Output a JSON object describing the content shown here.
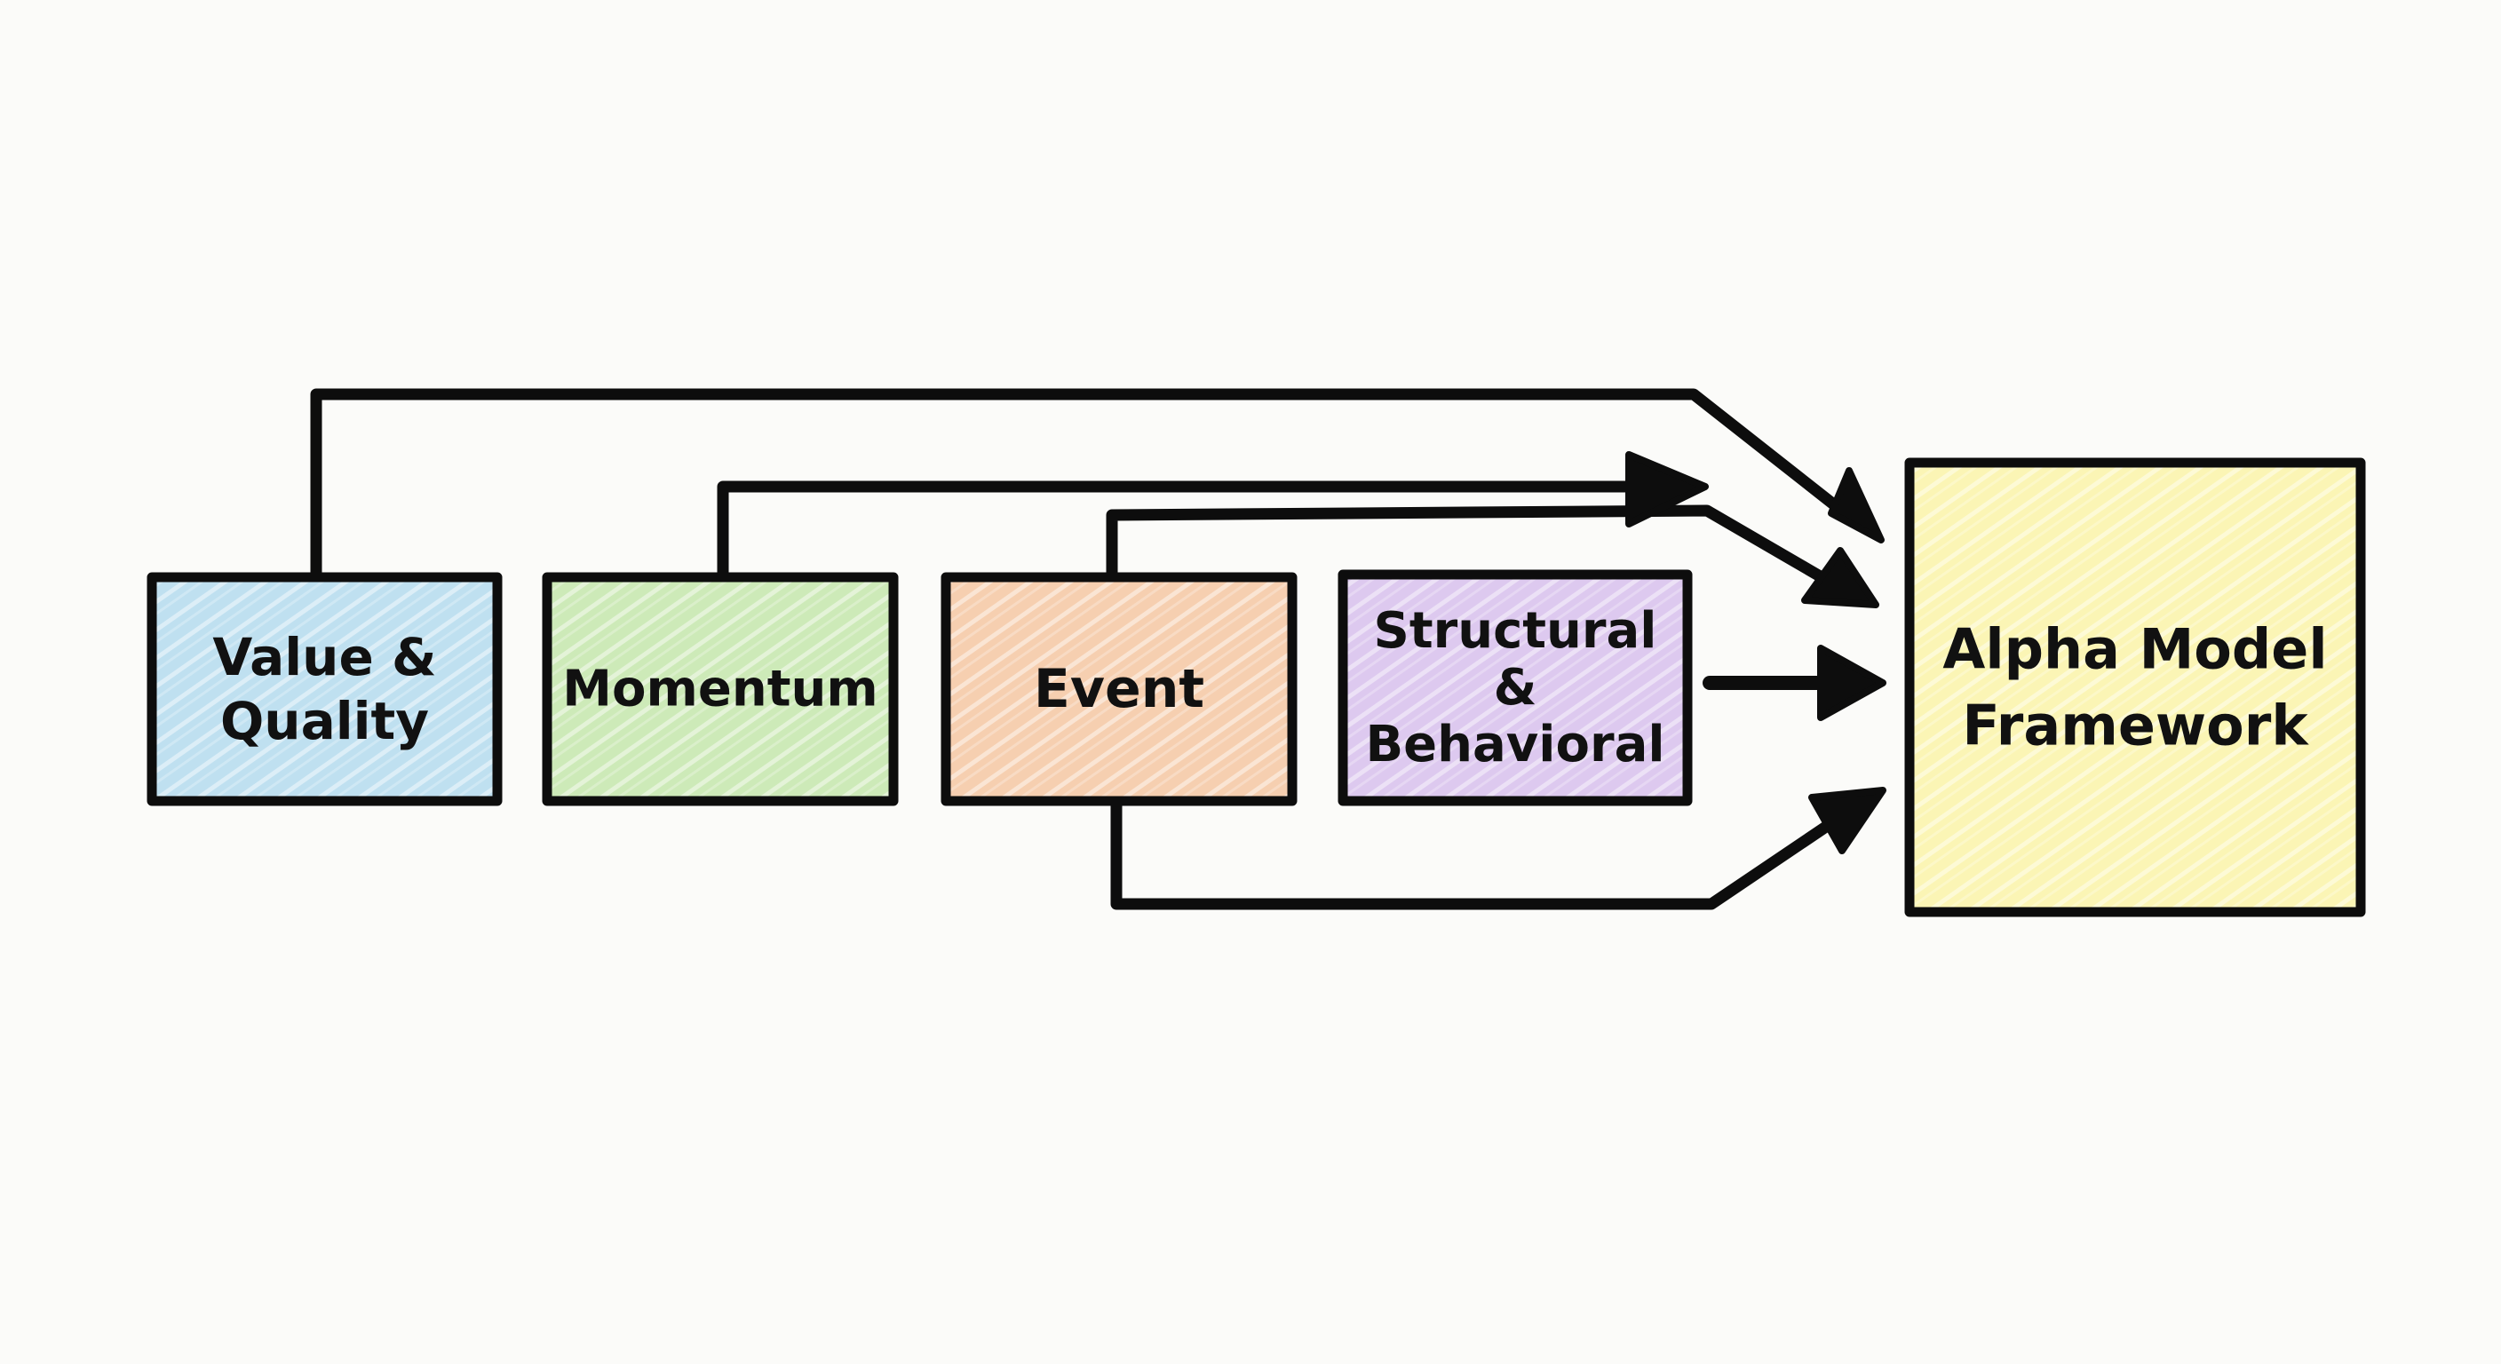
{
  "diagram": {
    "title": "",
    "nodes": [
      {
        "id": "value-quality",
        "lines": [
          "Value &",
          "Quality"
        ],
        "color": "#bfe0f0"
      },
      {
        "id": "momentum",
        "lines": [
          "Momentum"
        ],
        "color": "#cdeab8"
      },
      {
        "id": "event",
        "lines": [
          "Event"
        ],
        "color": "#f6cfb0"
      },
      {
        "id": "structural-behavioral",
        "lines": [
          "Structural",
          "&",
          "Behavioral"
        ],
        "color": "#ddc9ef"
      },
      {
        "id": "alpha-model-framework",
        "lines": [
          "Alpha Model",
          "Framework"
        ],
        "color": "#fbf5b5"
      }
    ],
    "edges": [
      {
        "from": "value-quality",
        "to": "alpha-model-framework"
      },
      {
        "from": "momentum",
        "to": "alpha-model-framework"
      },
      {
        "from": "event",
        "to": "alpha-model-framework"
      },
      {
        "from": "structural-behavioral",
        "to": "alpha-model-framework"
      },
      {
        "from": "event",
        "to": "alpha-model-framework"
      }
    ],
    "stroke_color": "#0d0d0d"
  }
}
